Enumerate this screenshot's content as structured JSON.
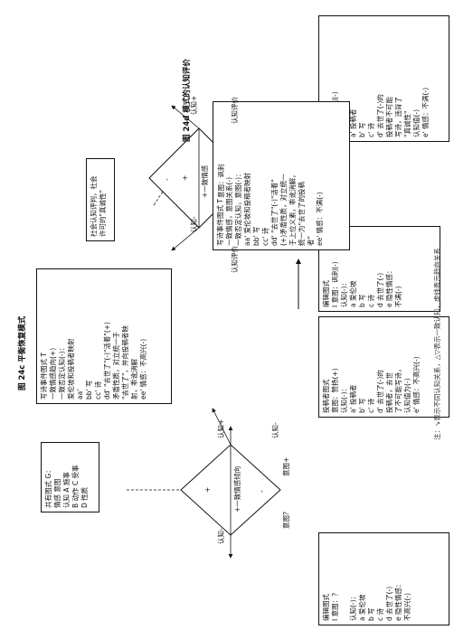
{
  "left_diagram": {
    "editor_box": {
      "lines": [
        "编辑图式",
        "I 意图：？",
        "",
        "认知(-)：",
        "a 爱伦坡",
        "b 写",
        "c 诗",
        "d 去世了(-)",
        "e 隐性情感：",
        "不高兴(-)"
      ]
    },
    "shared_box": {
      "lines": [
        "共有图式 G：",
        "情感 意图",
        "认知 A 施事",
        "B 动作 C 受事",
        "D 性质"
      ]
    },
    "contributor_box": {
      "lines": [
        "投稿者图式",
        "意图：赞扬(+)",
        "认知(-)：",
        "a' 投稿者",
        "b' 写",
        "c' 诗",
        "d' 去世了(-)的",
        "投稿者，去世",
        "了不可能写诗，",
        "认知值为(-)",
        "e' 情感：不高兴(-)"
      ]
    },
    "event_box": {
      "lines": [
        "写诗事件图式 T",
        "一致情感趋向(+)",
        "一致否定认知(-)：",
        "爱伦坡和投稿者映射",
        "aa'",
        "bb' 写",
        "cc' 诗",
        "dd' \"去世了\"(-)\"活着\"(+)",
        "矛盾性质，对立统一于",
        "\"去世了\"，并向投稿者映",
        "射，乖讹消解",
        "ee' 情感：不高兴(-)"
      ]
    },
    "diamond_labels": {
      "top": "意图+",
      "left": "意图?",
      "center": "+一致情感倾向",
      "minus": "-",
      "plus": "+",
      "arrow_right_top": "认知-",
      "arrow_right_bottom": "认知+",
      "arrow_left_bottom": "认知-"
    },
    "caption": "图 24c 平衡恢复模式"
  },
  "right_diagram": {
    "editor_box": {
      "lines": [
        "编辑图式",
        "I 意图：讽刺(-)",
        "认知(-)：",
        "a 爱伦坡",
        "b 写",
        "c 诗",
        "d 去世了(-)",
        "e 隐性情感：",
        "不满(-)"
      ]
    },
    "social_box": {
      "lines": [
        "社会认知评判，社会",
        "许可的\"真诚性\""
      ]
    },
    "contributor_box": {
      "lines": [
        "投稿者图式",
        "I 意图：讽刺(-)",
        "认知(-)：",
        "a' 投稿者",
        "b' 写",
        "c' 诗",
        "d' 去世了(-)的",
        "投稿者不可能",
        "写诗，违背了",
        "\"真诚性\"",
        "认知值(-)",
        "e' 情感：不满(-)"
      ]
    },
    "event_box": {
      "lines": [
        "写诗事件图式 T",
        "一致情感，意图关系(-)",
        "一致否定认知，意图(-)：",
        "aa' 爱伦坡和投稿者映射",
        "bb' 写",
        "cc' 诗",
        "dd' \"去世了\"(-)\"活着\"",
        "(+)矛盾性质，对立统一",
        "于上位义素，乖讹消解，",
        "统一为\"去世了的投稿",
        "者\"",
        "ee' 情感：不满(-)"
      ]
    },
    "diamond_labels": {
      "top": "认知评价",
      "left": "认知评价",
      "center_1": "意图：讽刺",
      "center_2": "+一致情感",
      "minus": "-",
      "plus": "+",
      "arrow_right_top": "认知+",
      "arrow_right_bottom": "认知-"
    },
    "caption": "图 24d 模式的认知评价"
  },
  "footnote": "注：↘表示不同认知关系，△▽表示一致认知，虚线表示趋向关系"
}
